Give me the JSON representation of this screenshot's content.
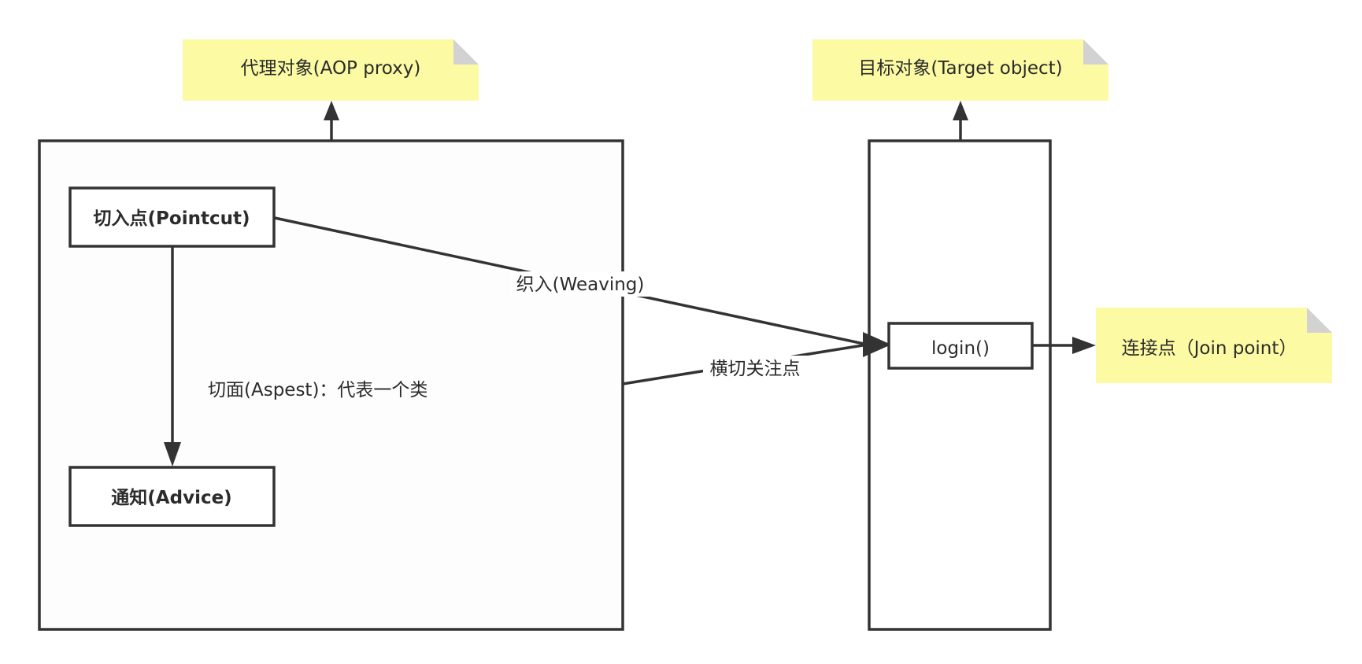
{
  "nodes": {
    "proxy_note": {
      "label": "代理对象(AOP proxy)"
    },
    "target_note": {
      "label": "目标对象(Target object)"
    },
    "pointcut": {
      "label": "切入点(Pointcut)"
    },
    "advice": {
      "label": "通知(Advice)"
    },
    "aspect": {
      "label": "切面(Aspest)：代表一个类"
    },
    "login": {
      "label": "login()"
    },
    "joinpoint_note": {
      "label": "连接点（Join point）"
    }
  },
  "edges": {
    "weaving": {
      "label": "织入(Weaving)"
    },
    "crosscut": {
      "label": "横切关注点"
    }
  },
  "colors": {
    "note_fill": "#fcfba4",
    "note_fold": "#d2d2d2",
    "stroke": "#333333",
    "text": "#2b2b2b"
  }
}
